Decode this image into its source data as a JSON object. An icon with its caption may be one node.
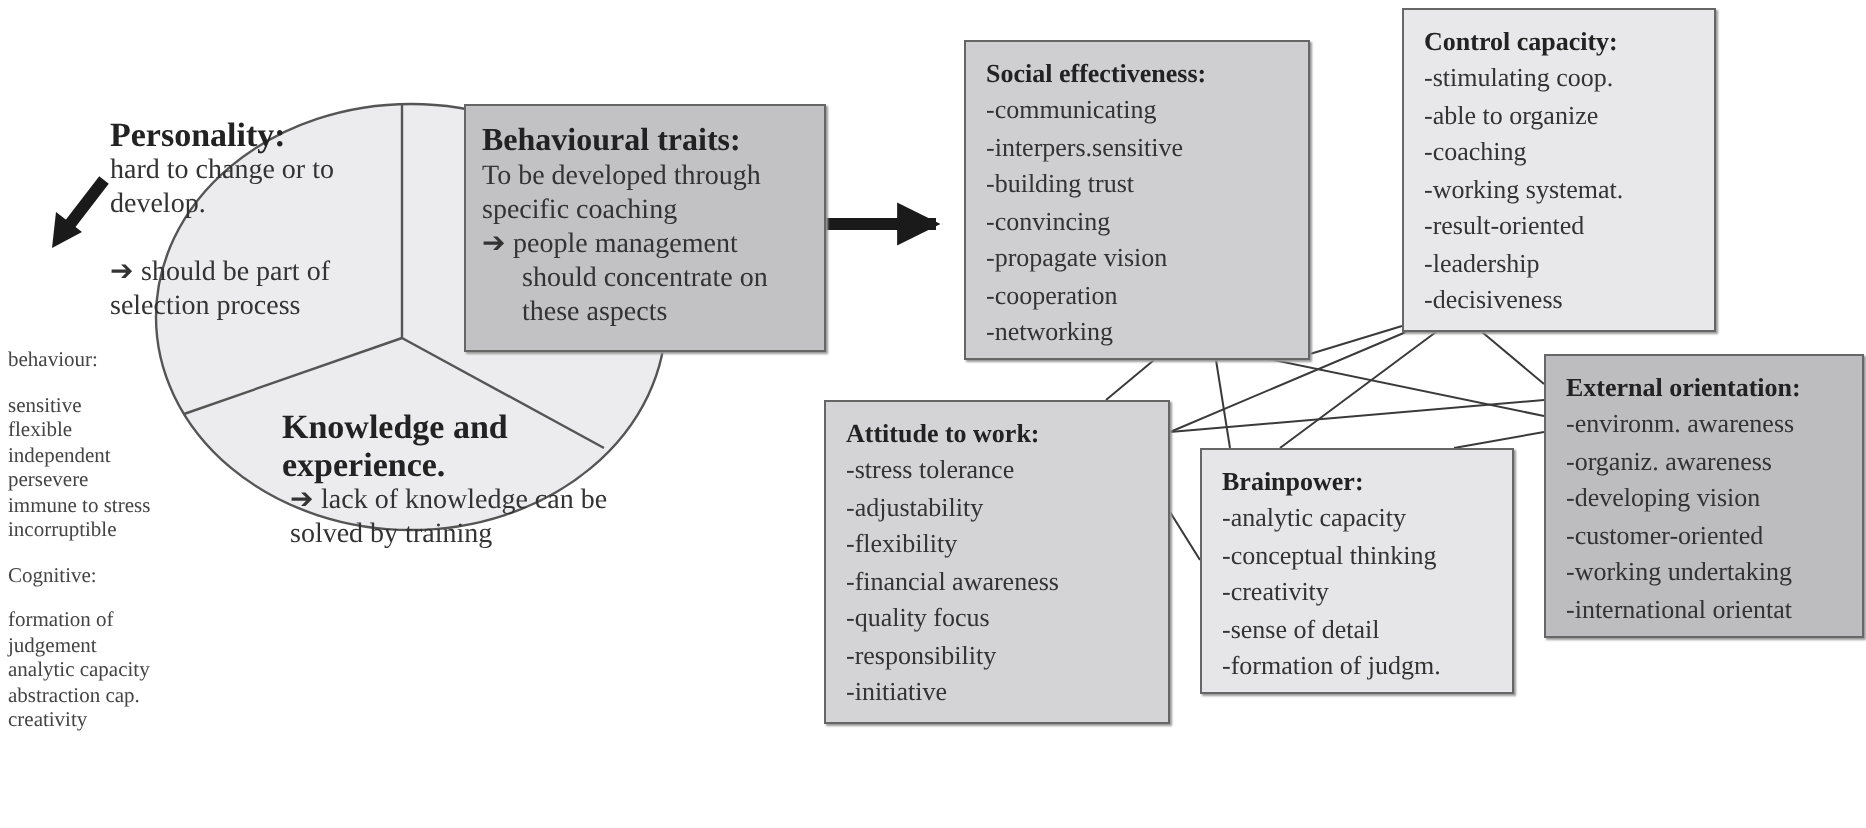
{
  "diagram": {
    "nodes": [
      {
        "text": [],
        "shape": "circle"
      },
      {
        "text": [
          "Personality:",
          "hard to change or to develop.",
          "➔ should be part of selection process"
        ]
      },
      {
        "text": [
          "Behavioural traits:",
          "To be developed through specific coaching",
          "➔ people management should concentrate on these aspects"
        ]
      },
      {
        "text": [
          "Knowledge and experience.",
          "➔ lack of knowledge  can be solved by training"
        ]
      },
      {
        "text": [
          "Social effectiveness:",
          "-communicating",
          "-interpers.sensitive",
          "-building trust",
          "-convincing",
          "-propagate vision",
          "-cooperation",
          "-networking"
        ]
      },
      {
        "text": [
          "Control capacity:",
          "-stimulating coop.",
          "-able to organize",
          "-coaching",
          "-working systemat.",
          "-result-oriented",
          "-leadership",
          "-decisiveness"
        ]
      },
      {
        "text": [
          "Attitude to work:",
          "-stress tolerance",
          "-adjustability",
          "-flexibility",
          "-financial awareness",
          "-quality focus",
          "-responsibility",
          "-initiative"
        ]
      },
      {
        "text": [
          "Brainpower:",
          "-analytic capacity",
          "-conceptual thinking",
          "-creativity",
          "-sense of detail",
          "-formation of judgm."
        ]
      },
      {
        "text": [
          "External orientation:",
          "-environm. awareness",
          "-organiz. awareness",
          "-developing vision",
          "-customer-oriented",
          "-working undertaking",
          "-international orientat"
        ]
      }
    ],
    "edges": [
      {
        "from": 2,
        "to": 4,
        "arrow": "to",
        "style": "thick"
      },
      {
        "from": 4,
        "to": 6,
        "arrow": "none"
      },
      {
        "from": 4,
        "to": 7,
        "arrow": "none"
      },
      {
        "from": 4,
        "to": 8,
        "arrow": "none"
      },
      {
        "from": 5,
        "to": 4,
        "arrow": "none"
      },
      {
        "from": 5,
        "to": 6,
        "arrow": "none"
      },
      {
        "from": 5,
        "to": 7,
        "arrow": "none"
      },
      {
        "from": 5,
        "to": 8,
        "arrow": "none"
      },
      {
        "from": 6,
        "to": 8,
        "arrow": "none"
      },
      {
        "from": 6,
        "to": 7,
        "arrow": "none"
      },
      {
        "from": 7,
        "to": 8,
        "arrow": "none"
      }
    ],
    "labels": [
      "behaviour:",
      "sensitive",
      "flexible",
      "independent",
      "persevere",
      "immune to stress",
      "incorruptible",
      "Cognitive:",
      "formation of judgement",
      "analytic capacity",
      "abstraction cap.",
      "creativity"
    ]
  }
}
